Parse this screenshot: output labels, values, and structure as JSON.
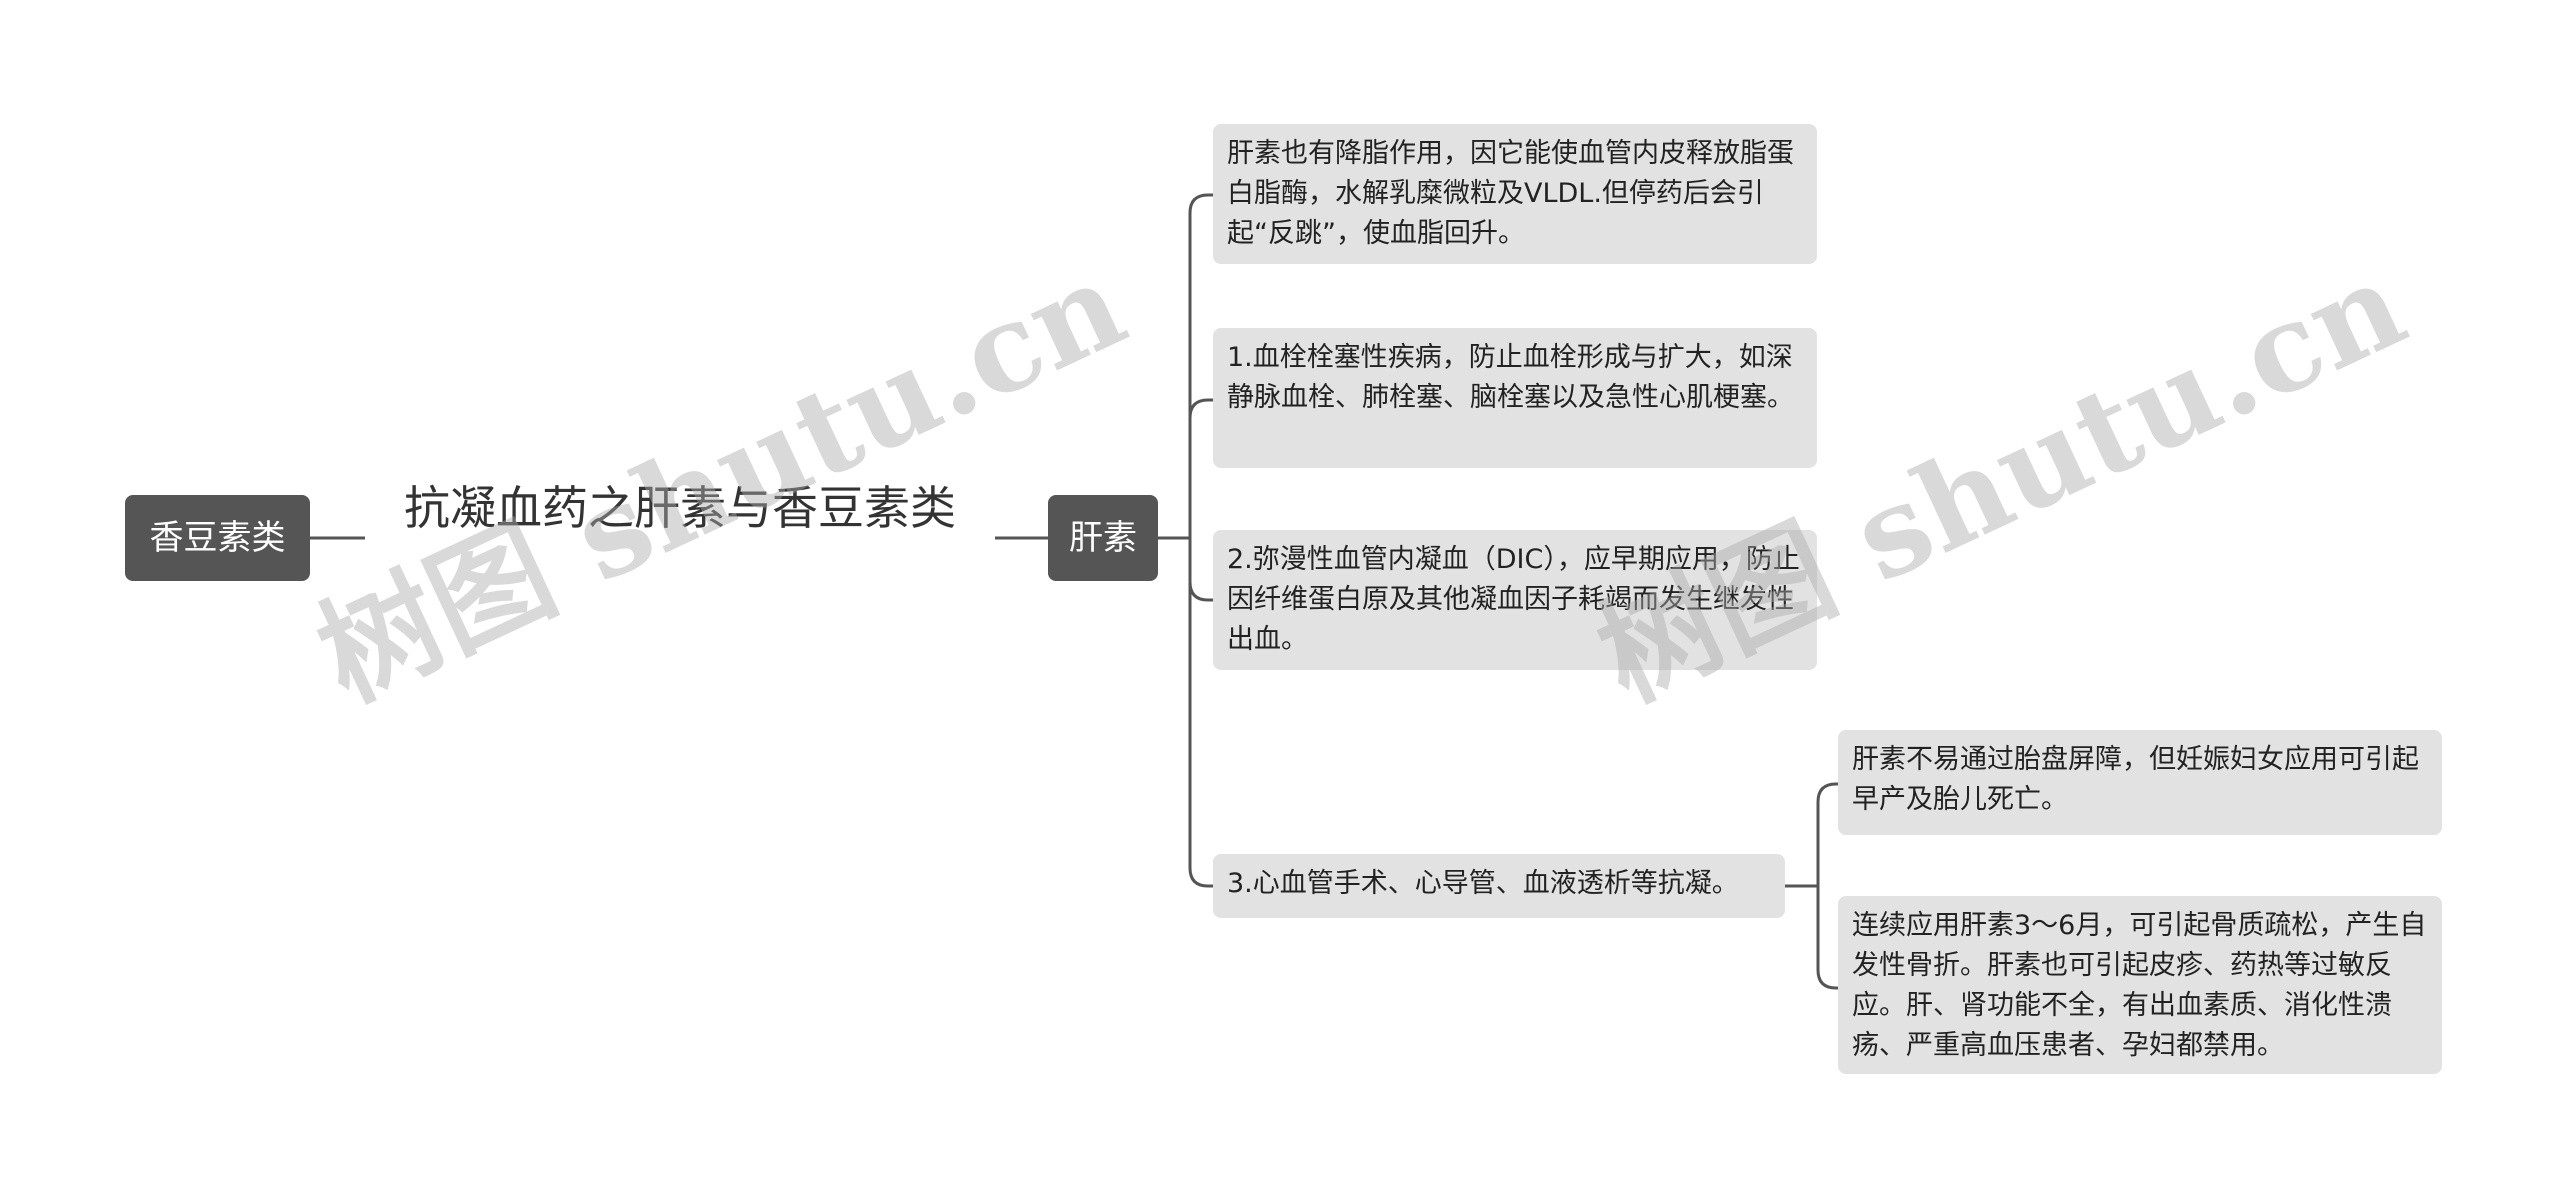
{
  "left_topic": {
    "label": "香豆素类"
  },
  "root": {
    "label": "抗凝血药之肝素与香豆素类"
  },
  "main_topic": {
    "label": "肝素"
  },
  "branches": [
    {
      "text": "肝素也有降脂作用，因它能使血管内皮释放脂蛋白脂酶，水解乳糜微粒及VLDL.但停药后会引起“反跳”，使血脂回升。"
    },
    {
      "text": "1.血栓栓塞性疾病，防止血栓形成与扩大，如深静脉血栓、肺栓塞、脑栓塞以及急性心肌梗塞。"
    },
    {
      "text": "2.弥漫性血管内凝血（DIC），应早期应用，防止因纤维蛋白原及其他凝血因子耗竭而发生继发性出血。"
    },
    {
      "text": "3.心血管手术、心导管、血液透析等抗凝。",
      "children": [
        {
          "text": "肝素不易通过胎盘屏障，但妊娠妇女应用可引起早产及胎儿死亡。"
        },
        {
          "text": "连续应用肝素3～6月，可引起骨质疏松，产生自发性骨折。肝素也可引起皮疹、药热等过敏反应。肝、肾功能不全，有出血素质、消化性溃疡、严重高血压患者、孕妇都禁用。"
        }
      ]
    }
  ],
  "watermark": "树图 shutu.cn"
}
